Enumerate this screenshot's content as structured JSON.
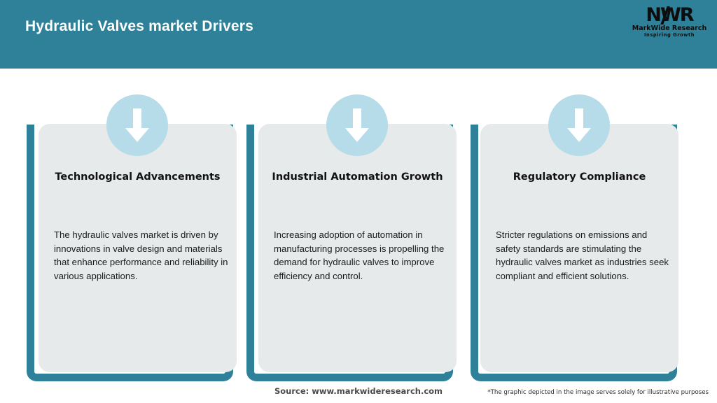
{
  "header": {
    "title": "Hydraulic Valves market Drivers",
    "background_color": "#2e8199"
  },
  "logo": {
    "mark": "NWR",
    "name": "MarkWide Research",
    "tagline": "Inspiring Growth"
  },
  "cards": [
    {
      "icon": "down-arrow-icon",
      "title": "Technological Advancements",
      "body": "The hydraulic valves market is driven by innovations in valve design and materials that enhance performance and reliability in various applications."
    },
    {
      "icon": "down-arrow-icon",
      "title": "Industrial Automation Growth",
      "body": "Increasing adoption of automation in manufacturing processes is propelling the demand for hydraulic valves to improve efficiency and control."
    },
    {
      "icon": "down-arrow-icon",
      "title": "Regulatory Compliance",
      "body": "Stricter regulations on emissions and safety standards are stimulating the hydraulic valves market as industries seek compliant and efficient solutions."
    }
  ],
  "footer": {
    "source": "Source: www.markwideresearch.com",
    "disclaimer": "*The graphic depicted in the image serves solely for illustrative purposes"
  },
  "colors": {
    "teal": "#2e8199",
    "panel": "#e7eaeb",
    "circle": "#b6dbe9",
    "arrow": "#ffffff"
  }
}
